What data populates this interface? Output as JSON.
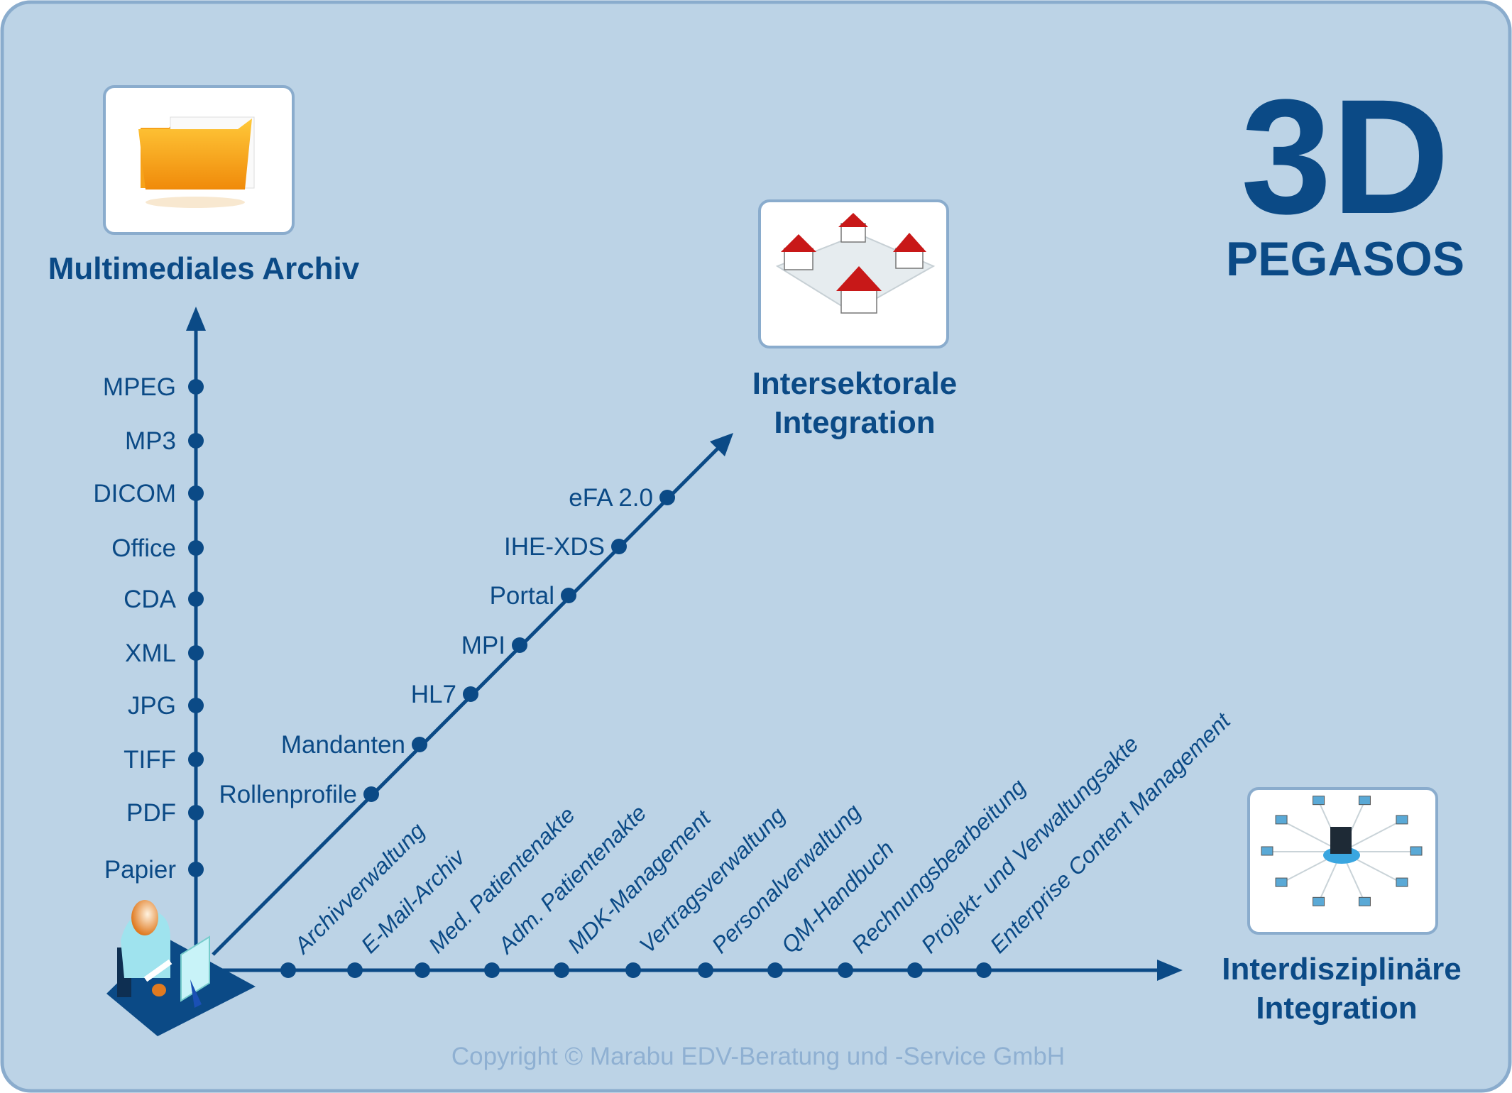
{
  "logo": {
    "big": "3D",
    "name": "PEGASOS"
  },
  "axes": {
    "vertical": {
      "title": "Multimediales Archiv",
      "items": [
        "Papier",
        "PDF",
        "TIFF",
        "JPG",
        "XML",
        "CDA",
        "Office",
        "DICOM",
        "MP3",
        "MPEG"
      ]
    },
    "diagonal": {
      "title_line1": "Intersektorale",
      "title_line2": "Integration",
      "items": [
        "Rollenprofile",
        "Mandanten",
        "HL7",
        "MPI",
        "Portal",
        "IHE-XDS",
        "eFA 2.0"
      ]
    },
    "horizontal": {
      "title_line1": "Interdisziplinäre",
      "title_line2": "Integration",
      "items": [
        "Archivverwaltung",
        "E-Mail-Archiv",
        "Med. Patientenakte",
        "Adm. Patientenakte",
        "MDK-Management",
        "Vertragsverwaltung",
        "Personalverwaltung",
        "QM-Handbuch",
        "Rechnungsbearbeitung",
        "Projekt- und Verwaltungsakte",
        "Enterprise Content Management"
      ]
    }
  },
  "copyright": "Copyright © Marabu EDV-Beratung und -Service GmbH",
  "colors": {
    "background": "#bcd3e6",
    "primary": "#0b4a86",
    "border": "#8aaccd",
    "copyright": "#8fb0d2"
  }
}
